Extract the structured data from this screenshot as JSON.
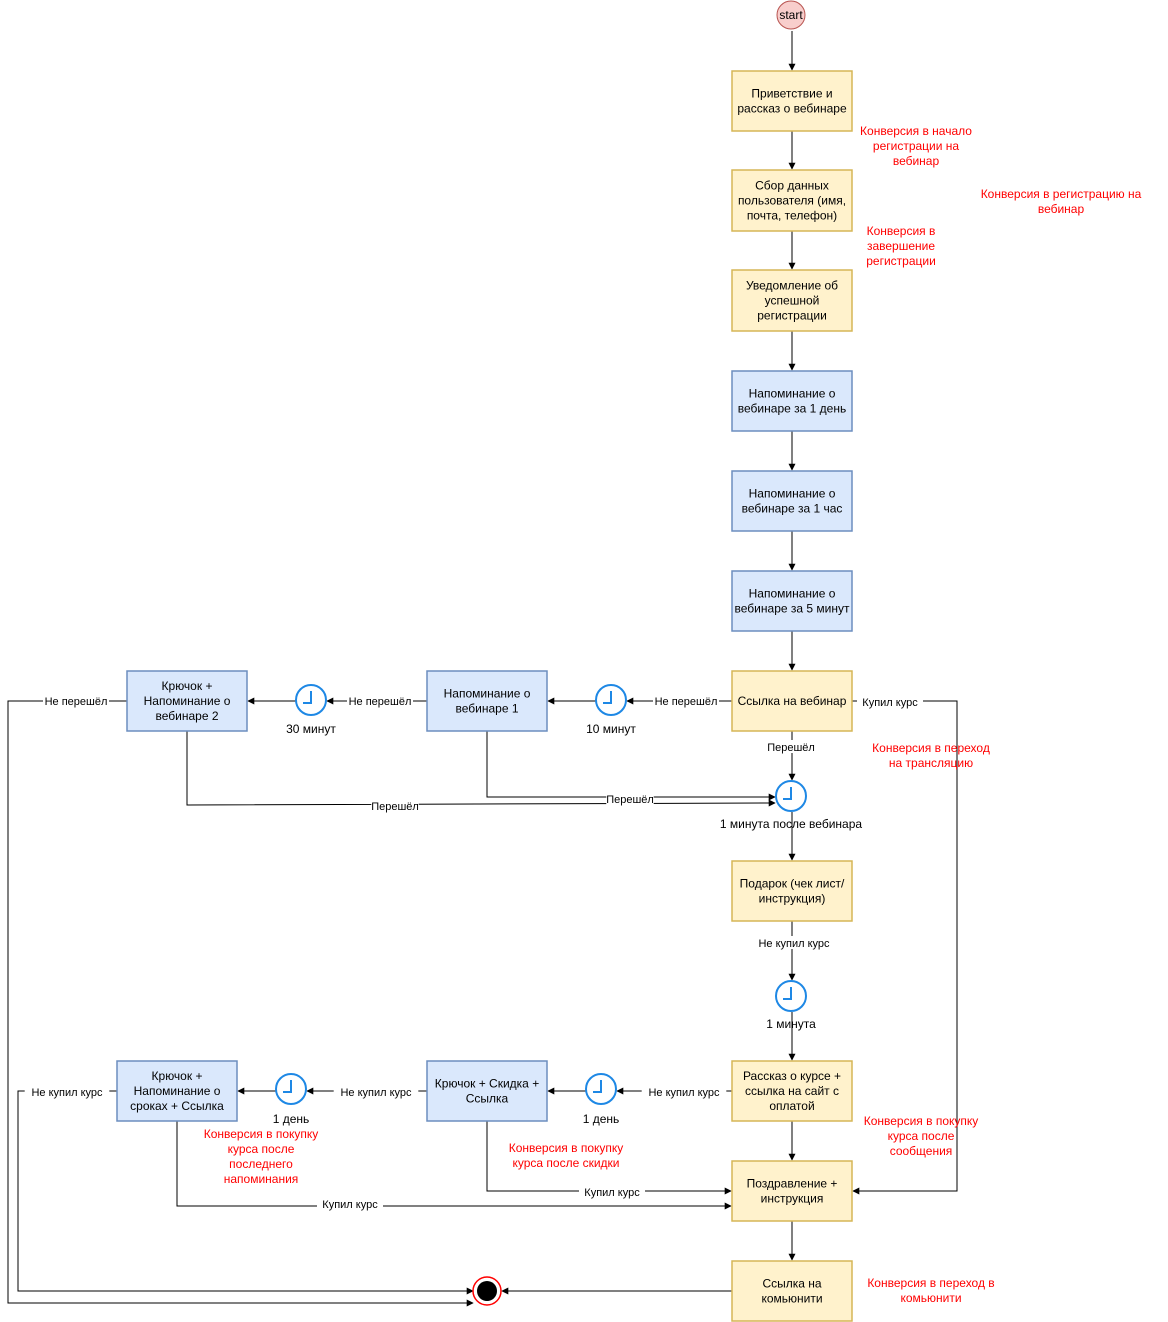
{
  "start_label": "start",
  "colors": {
    "yellow_fill": "#fff2cc",
    "yellow_stroke": "#d6b656",
    "blue_fill": "#dae8fc",
    "blue_stroke": "#6c8ebf",
    "start_fill": "#f8cecc",
    "start_stroke": "#b85450",
    "timer": "#1e88e5",
    "conversion_text": "#ff0000"
  },
  "nodes": [
    {
      "id": "greeting",
      "style": "yellow",
      "lines": [
        "Приветствие и",
        "рассказ о вебинаре"
      ]
    },
    {
      "id": "collect",
      "style": "yellow",
      "lines": [
        "Сбор данных",
        "пользователя (имя,",
        "почта, телефон)"
      ]
    },
    {
      "id": "notify",
      "style": "yellow",
      "lines": [
        "Уведомление об",
        "успешной",
        "регистрации"
      ]
    },
    {
      "id": "rem1day",
      "style": "blue",
      "lines": [
        "Напоминание о",
        "вебинаре за 1 день"
      ]
    },
    {
      "id": "rem1hour",
      "style": "blue",
      "lines": [
        "Напоминание о",
        "вебинаре за 1 час"
      ]
    },
    {
      "id": "rem5min",
      "style": "blue",
      "lines": [
        "Напоминание о",
        "вебинаре за 5 минут"
      ]
    },
    {
      "id": "link",
      "style": "yellow",
      "lines": [
        "Ссылка на вебинар"
      ]
    },
    {
      "id": "rem_web1",
      "style": "blue",
      "lines": [
        "Напоминание о",
        "вебинаре 1"
      ]
    },
    {
      "id": "hook_web2",
      "style": "blue",
      "lines": [
        "Крючок +",
        "Напоминание о",
        "вебинаре 2"
      ]
    },
    {
      "id": "gift",
      "style": "yellow",
      "lines": [
        "Подарок (чек лист/",
        "инструкция)"
      ]
    },
    {
      "id": "course",
      "style": "yellow",
      "lines": [
        "Рассказ о курсе +",
        "ссылка на сайт с",
        "оплатой"
      ]
    },
    {
      "id": "hook_disc",
      "style": "blue",
      "lines": [
        "Крючок + Скидка +",
        "Ссылка"
      ]
    },
    {
      "id": "hook_term",
      "style": "blue",
      "lines": [
        "Крючок +",
        "Напоминание о",
        "сроках + Ссылка"
      ]
    },
    {
      "id": "congrats",
      "style": "yellow",
      "lines": [
        "Поздравление +",
        "инструкция"
      ]
    },
    {
      "id": "community",
      "style": "yellow",
      "lines": [
        "Ссылка на",
        "комьюнити"
      ]
    }
  ],
  "timers": [
    {
      "id": "t10",
      "label": "10 минут"
    },
    {
      "id": "t30",
      "label": "30 минут"
    },
    {
      "id": "t1min_after",
      "label": "1 минута после вебинара"
    },
    {
      "id": "t1min",
      "label": "1 минута"
    },
    {
      "id": "t1day_a",
      "label": "1 день"
    },
    {
      "id": "t1day_b",
      "label": "1 день"
    }
  ],
  "edge_labels": {
    "link_no": "Не перешёл",
    "rem1_no": "Не перешёл",
    "hook2_no": "Не перешёл",
    "link_bought": "Купил курс",
    "link_went": "Перешёл",
    "rem1_went": "Перешёл",
    "hook2_went": "Перешёл",
    "gift_notbought": "Не купил курс",
    "course_notbought": "Не купил курс",
    "disc_notbought": "Не купил курс",
    "term_notbought": "Не купил курс",
    "disc_bought": "Купил курс",
    "term_bought": "Купил курс"
  },
  "conversions": [
    {
      "id": "c_reg_start",
      "lines": [
        "Конверсия в начало",
        "регистрации на",
        "вебинар"
      ]
    },
    {
      "id": "c_reg",
      "lines": [
        "Конверсия в регистрацию на",
        "вебинар"
      ]
    },
    {
      "id": "c_reg_done",
      "lines": [
        "Конверсия в",
        "завершение",
        "регистрации"
      ]
    },
    {
      "id": "c_stream",
      "lines": [
        "Конверсия в переход",
        "на трансляцию"
      ]
    },
    {
      "id": "c_buy_msg",
      "lines": [
        "Конверсия в покупку",
        "курса после",
        "сообщения"
      ]
    },
    {
      "id": "c_buy_disc",
      "lines": [
        "Конверсия в покупку",
        "курса после скидки"
      ]
    },
    {
      "id": "c_buy_last",
      "lines": [
        "Конверсия в покупку",
        "курса после",
        "последнего",
        "напоминания"
      ]
    },
    {
      "id": "c_community",
      "lines": [
        "Конверсия в переход в",
        "комьюнити"
      ]
    }
  ]
}
